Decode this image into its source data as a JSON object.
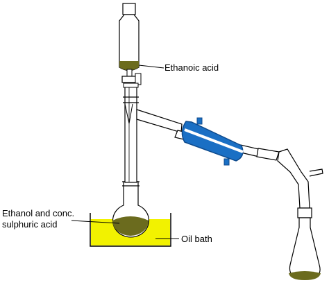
{
  "labels": {
    "ethanoic_acid": "Ethanoic acid",
    "reactants_line1": "Ethanol and conc.",
    "reactants_line2": "sulphuric acid",
    "oil_bath": "Oil bath"
  },
  "colors": {
    "glass_outline": "#000000",
    "glass_fill": "#ffffff",
    "liquid_olive": "#6b6b1e",
    "oil_yellow": "#f2f200",
    "condenser_blue": "#1a6fc4",
    "condenser_dark": "#0e4a8c"
  }
}
